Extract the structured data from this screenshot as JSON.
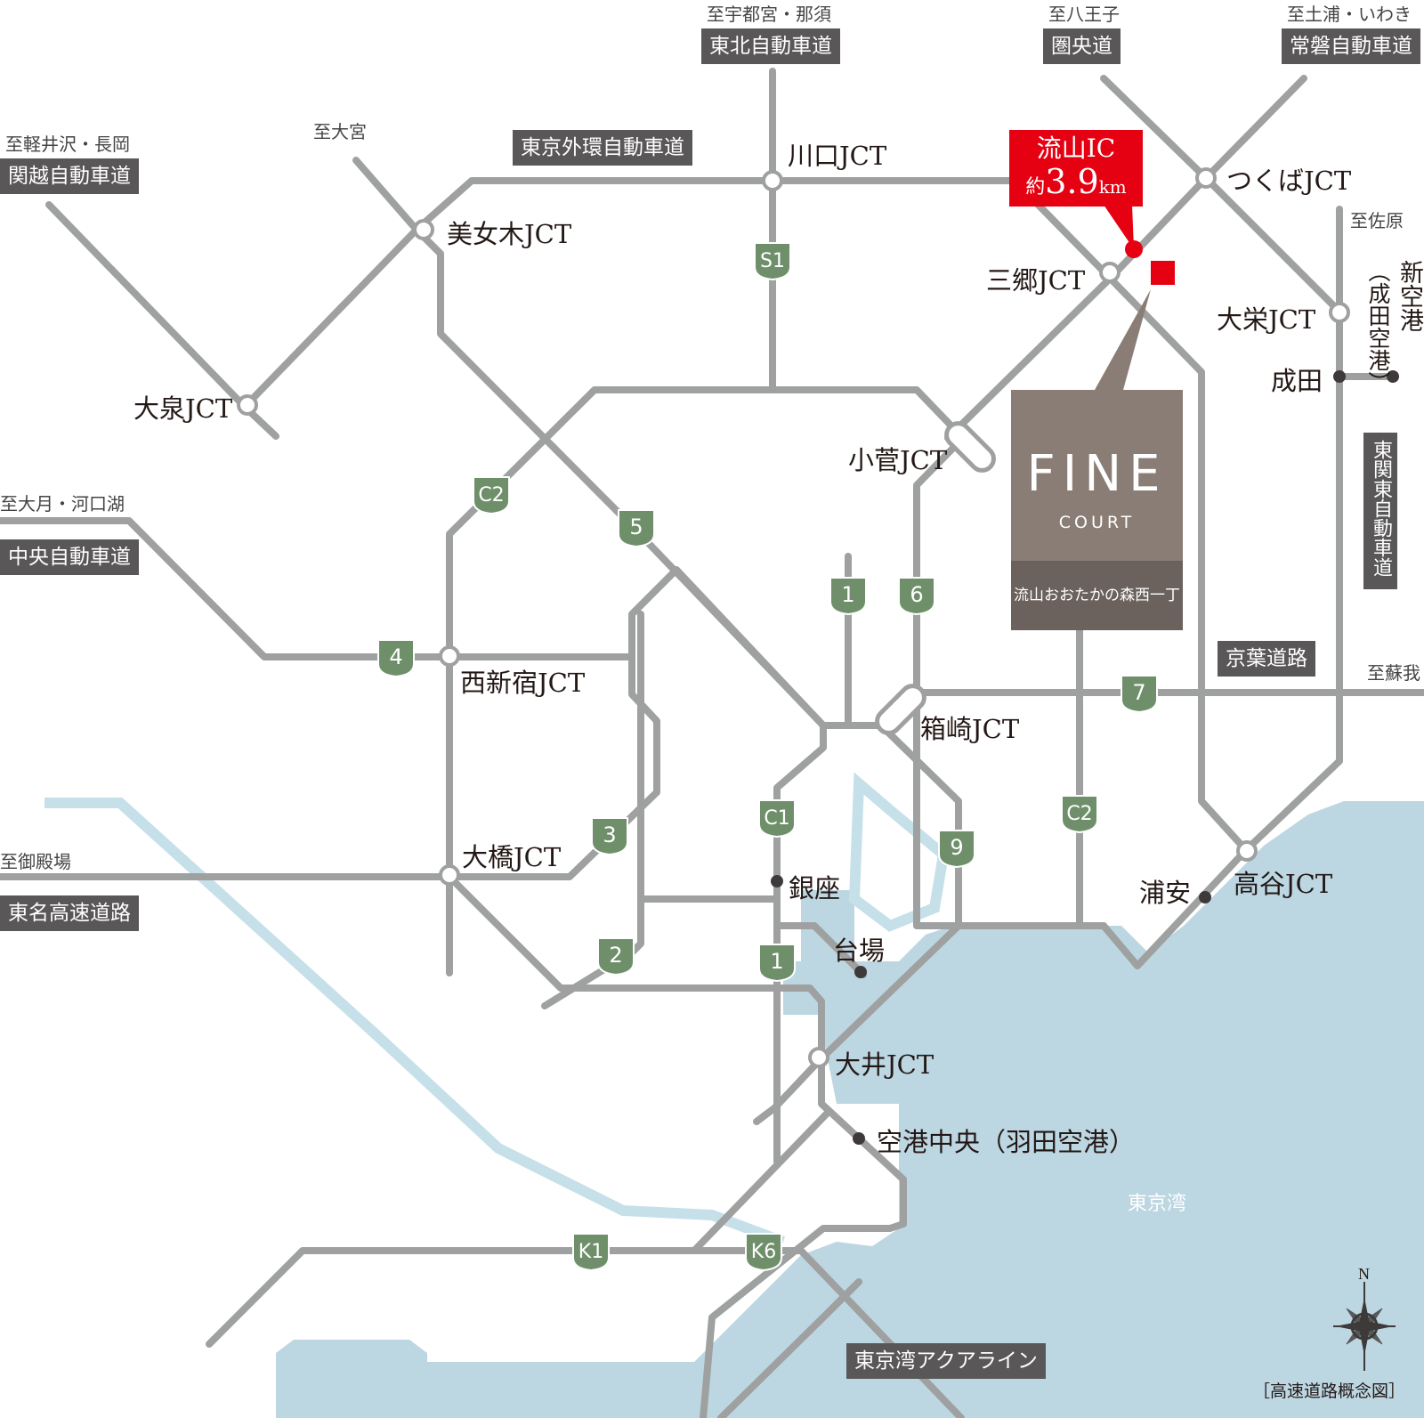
{
  "title": "",
  "caption": "［高速道路概念図］",
  "compass": "N",
  "bay_label": "東京湾",
  "callout": {
    "name": "流山IC",
    "prefix": "約",
    "distance": "3.9",
    "unit": "km"
  },
  "property": {
    "brand": "FINE",
    "sub": "COURT",
    "address": "流山おおたかの森西一丁目"
  },
  "expressways": {
    "tohoku": "東北自動車道",
    "kenodo": "圏央道",
    "joban": "常磐自動車道",
    "kanetsu": "関越自動車道",
    "gaikan": "東京外環自動車道",
    "chuo": "中央自動車道",
    "tomei": "東名高速道路",
    "keiyo": "京葉道路",
    "aqualine": "東京湾アクアライン",
    "higashikanto": "東関東自動車道"
  },
  "destinations": {
    "tohoku": "至宇都宮・那須",
    "kenodo": "至八王子",
    "joban": "至土浦・いわき",
    "kanetsu": "至軽井沢・長岡",
    "omiya": "至大宮",
    "chuo": "至大月・河口湖",
    "tomei": "至御殿場",
    "sawara": "至佐原",
    "soga": "至蘇我"
  },
  "airport_vertical": {
    "main": "新空港",
    "paren": "（成田空港）"
  },
  "junctions": {
    "kawaguchi": "川口JCT",
    "bijogi": "美女木JCT",
    "oizumi": "大泉JCT",
    "misato": "三郷JCT",
    "tsukuba": "つくばJCT",
    "taiei": "大栄JCT",
    "narita": "成田",
    "kosuge": "小菅JCT",
    "nishishinjuku": "西新宿JCT",
    "hakozaki": "箱崎JCT",
    "ohashi": "大橋JCT",
    "ginza": "銀座",
    "daiba": "台場",
    "urayasu": "浦安",
    "takaya": "高谷JCT",
    "oi": "大井JCT",
    "haneda": "空港中央（羽田空港）"
  },
  "route_shields": [
    "S1",
    "C2",
    "5",
    "1",
    "6",
    "4",
    "7",
    "3",
    "C1",
    "9",
    "C2",
    "2",
    "1",
    "K1",
    "K6"
  ],
  "colors": {
    "road": "#9fa0a0",
    "sea": "#bcd6e2",
    "river": "#c6e0ea",
    "shield": "#6f8f6b",
    "label_bg": "#595757",
    "accent": "#e50012",
    "property": "#8a7d75"
  }
}
